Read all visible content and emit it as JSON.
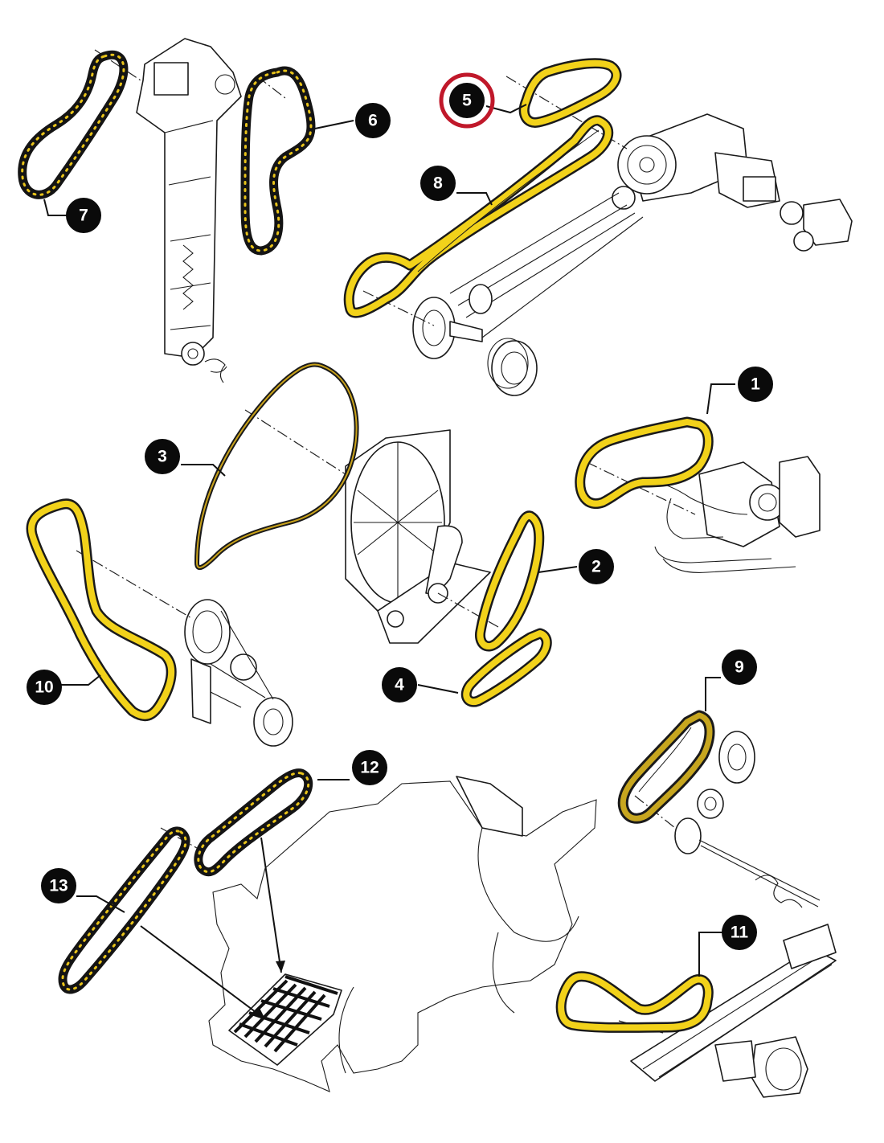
{
  "title": "",
  "selected_callout": "5",
  "callouts": [
    {
      "id": "c1",
      "label": "1"
    },
    {
      "id": "c2",
      "label": "2"
    },
    {
      "id": "c3",
      "label": "3"
    },
    {
      "id": "c4",
      "label": "4"
    },
    {
      "id": "c5",
      "label": "5"
    },
    {
      "id": "c6",
      "label": "6"
    },
    {
      "id": "c7",
      "label": "7"
    },
    {
      "id": "c8",
      "label": "8"
    },
    {
      "id": "c9",
      "label": "9"
    },
    {
      "id": "c10",
      "label": "10"
    },
    {
      "id": "c11",
      "label": "11"
    },
    {
      "id": "c12",
      "label": "12"
    },
    {
      "id": "c13",
      "label": "13"
    }
  ],
  "colors": {
    "belt": "#f2d21a",
    "outline": "#1a1a1a",
    "selected_ring": "#c0182a",
    "badge": "#0a0a0a"
  }
}
